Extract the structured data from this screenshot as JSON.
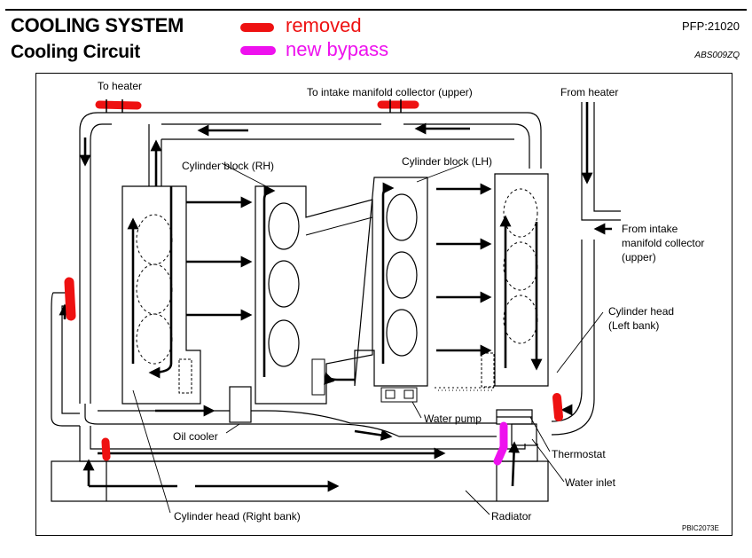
{
  "header": {
    "title": "COOLING SYSTEM",
    "subtitle": "Cooling Circuit",
    "code": "PFP:21020",
    "doc_id": "ABS009ZQ"
  },
  "legend": {
    "removed": "removed",
    "new_bypass": "new bypass"
  },
  "colors": {
    "removed": "#ee1111",
    "new_bypass": "#ee11ee"
  },
  "labels": {
    "to_heater": "To heater",
    "to_intake_upper": "To intake manifold collector (upper)",
    "from_heater": "From heater",
    "cyl_block_rh": "Cylinder block (RH)",
    "cyl_block_lh": "Cylinder block (LH)",
    "from_intake_1": "From intake",
    "from_intake_2": "manifold collector",
    "from_intake_3": "(upper)",
    "cyl_head_left_1": "Cylinder head",
    "cyl_head_left_2": "(Left bank)",
    "water_pump": "Water pump",
    "oil_cooler": "Oil cooler",
    "thermostat": "Thermostat",
    "water_inlet": "Water inlet",
    "cyl_head_right": "Cylinder head (Right bank)",
    "radiator": "Radiator",
    "figure_code": "PBIC2073E"
  }
}
